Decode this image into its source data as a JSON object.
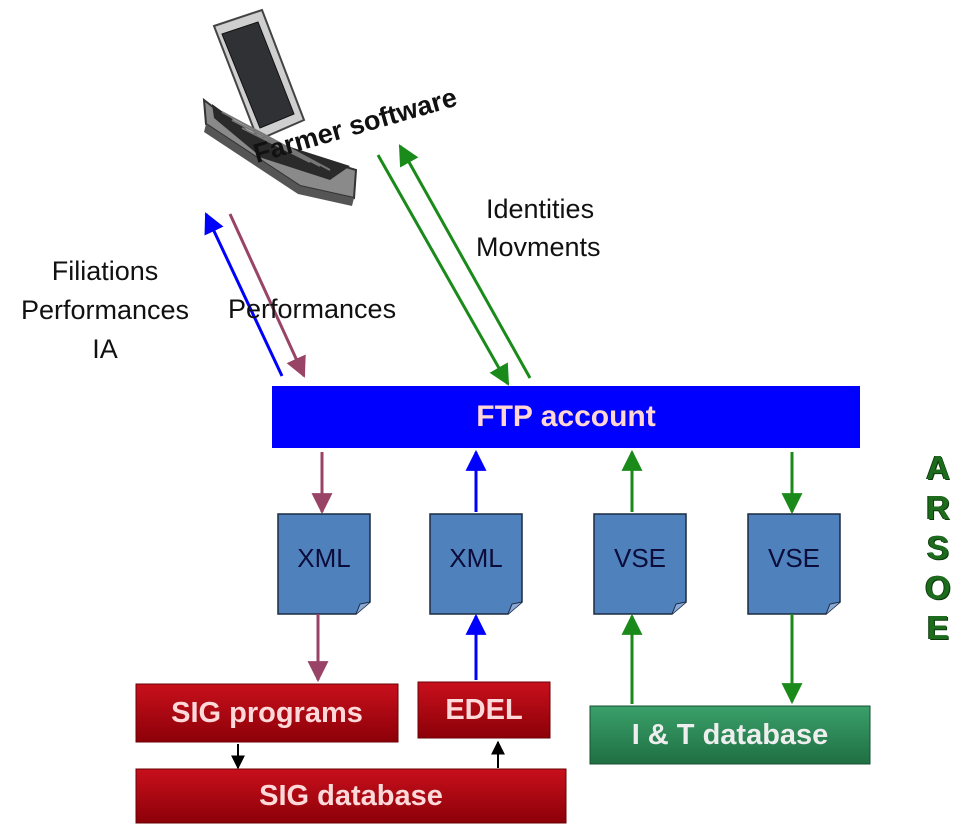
{
  "title": "",
  "labels": {
    "farmer_software": "Farmer software",
    "identities": "Identities",
    "movments": "Movments",
    "filiations": "Filiations",
    "performances_left": "Performances",
    "ia": "IA",
    "performances_mid": "Performances"
  },
  "boxes": {
    "ftp_account": "FTP account",
    "sig_programs": "SIG programs",
    "edel": "EDEL",
    "sig_database": "SIG database",
    "it_database": "I & T database"
  },
  "documents": [
    "XML",
    "XML",
    "VSE",
    "VSE"
  ],
  "side_label": [
    "A",
    "R",
    "S",
    "O",
    "E"
  ],
  "colors": {
    "ftp_blue": "#0000ff",
    "ftp_text": "#ffd6d6",
    "sig_red": "#b3000c",
    "sig_text": "#ffd9d9",
    "it_green": "#2e8b57",
    "it_text": "#eeeeee",
    "doc_blue": "#4f81bd",
    "arrow_blue": "#0000ff",
    "arrow_purple": "#994466",
    "arrow_green": "#1a8a1a",
    "arrow_black": "#000000",
    "arsoe_green": "#1d6b1d"
  },
  "icons": [
    "laptop-icon"
  ]
}
